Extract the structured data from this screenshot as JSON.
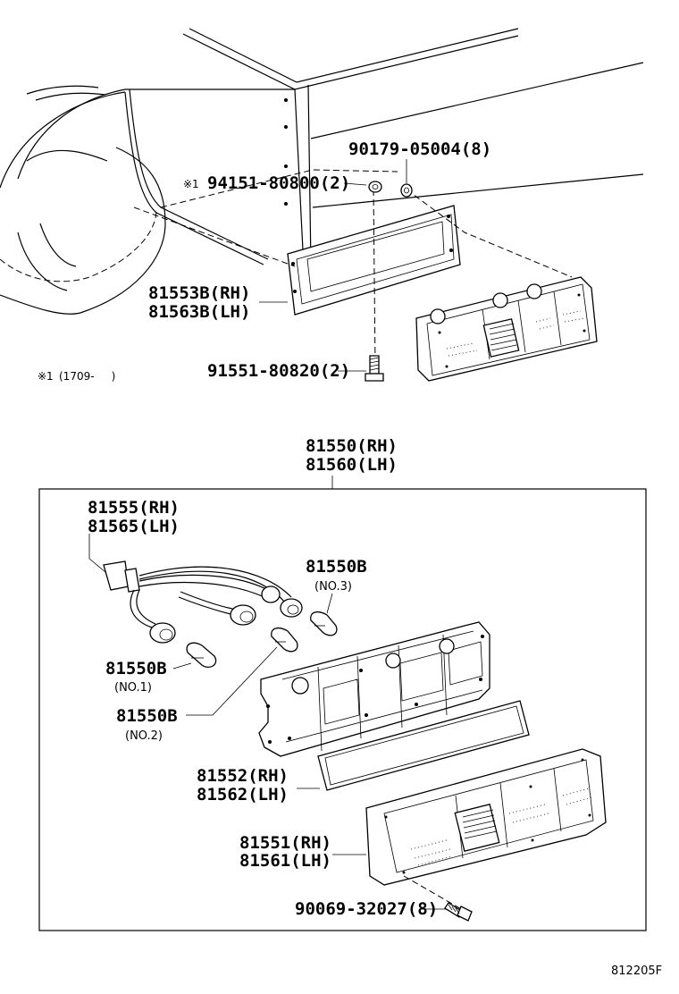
{
  "diagram": {
    "footer_code": "812205F",
    "note": {
      "mark": "※1",
      "range": "(1709-     )"
    },
    "callouts": {
      "nut": "90179-05004(8)",
      "clip_mark": "※1",
      "clip": "94151-80800(2)",
      "bracket_rh": "81553B(RH)",
      "bracket_lh": "81563B(LH)",
      "bolt": "91551-80820(2)",
      "assy_rh": "81550(RH)",
      "assy_lh": "81560(LH)",
      "socket_rh": "81555(RH)",
      "socket_lh": "81565(LH)",
      "bulb_no3": "81550B",
      "bulb_no3_sub": "(NO.3)",
      "bulb_no1": "81550B",
      "bulb_no1_sub": "(NO.1)",
      "bulb_no2": "81550B",
      "bulb_no2_sub": "(NO.2)",
      "gasket_rh": "81552(RH)",
      "gasket_lh": "81562(LH)",
      "lens_rh": "81551(RH)",
      "lens_lh": "81561(LH)",
      "screw": "90069-32027(8)"
    }
  }
}
